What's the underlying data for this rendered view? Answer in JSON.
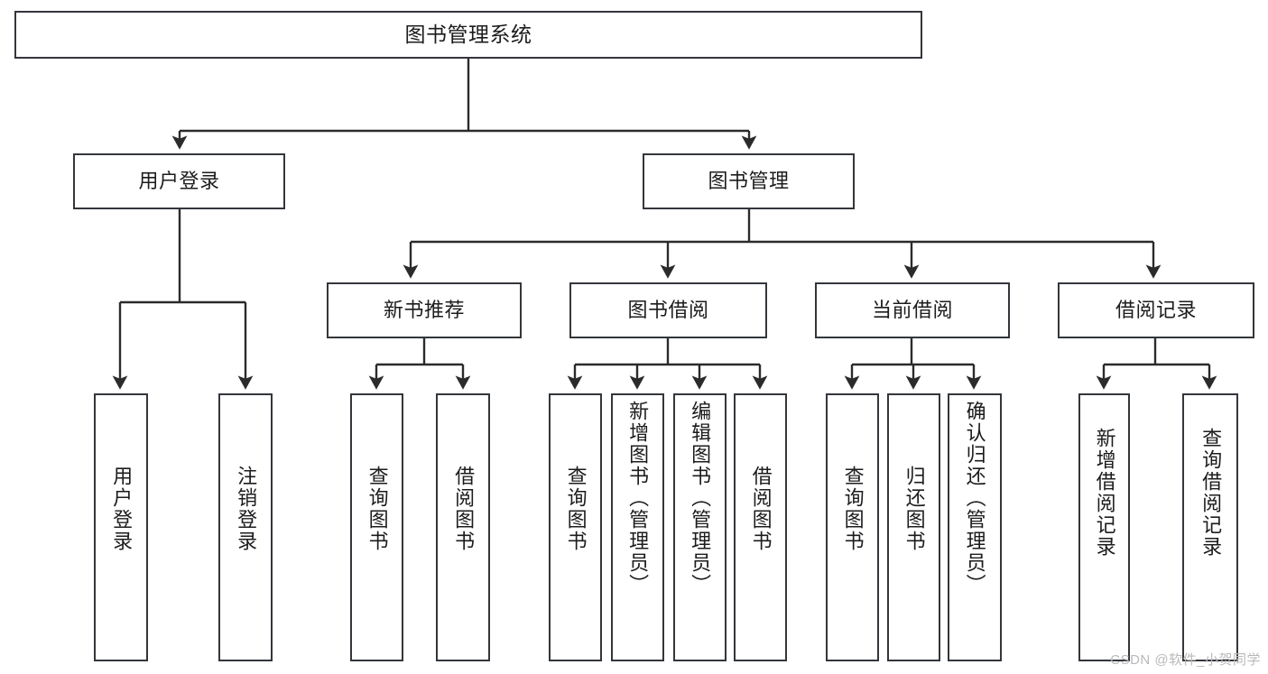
{
  "diagram": {
    "type": "tree",
    "title": "图书管理系统",
    "watermark": "CSDN @软件_小贺同学",
    "colors": {
      "box_border": "#33363b",
      "box_fill": "#ffffff",
      "connector": "#2b2b2b",
      "text": "#1c1c1c",
      "watermark": "#b9b9b9"
    },
    "root": {
      "label": "图书管理系统"
    },
    "level2": [
      {
        "id": "user-login",
        "label": "用户登录"
      },
      {
        "id": "book-management",
        "label": "图书管理"
      }
    ],
    "level3": [
      {
        "id": "new-book-recommend",
        "label": "新书推荐",
        "parent": "book-management"
      },
      {
        "id": "book-borrow",
        "label": "图书借阅",
        "parent": "book-management"
      },
      {
        "id": "current-borrow",
        "label": "当前借阅",
        "parent": "book-management"
      },
      {
        "id": "borrow-record",
        "label": "借阅记录",
        "parent": "book-management"
      }
    ],
    "leaves": [
      {
        "id": "leaf-user-login",
        "label": "用户登录",
        "parent": "user-login"
      },
      {
        "id": "leaf-logout",
        "label": "注销登录",
        "parent": "user-login"
      },
      {
        "id": "leaf-query-book-1",
        "label": "查询图书",
        "parent": "new-book-recommend"
      },
      {
        "id": "leaf-borrow-book-1",
        "label": "借阅图书",
        "parent": "new-book-recommend"
      },
      {
        "id": "leaf-query-book-2",
        "label": "查询图书",
        "parent": "book-borrow"
      },
      {
        "id": "leaf-add-book",
        "label": "新增图书（管理员）",
        "parent": "book-borrow"
      },
      {
        "id": "leaf-edit-book",
        "label": "编辑图书（管理员）",
        "parent": "book-borrow"
      },
      {
        "id": "leaf-borrow-book-2",
        "label": "借阅图书",
        "parent": "book-borrow"
      },
      {
        "id": "leaf-query-book-3",
        "label": "查询图书",
        "parent": "current-borrow"
      },
      {
        "id": "leaf-return-book",
        "label": "归还图书",
        "parent": "current-borrow"
      },
      {
        "id": "leaf-confirm-return",
        "label": "确认归还（管理员）",
        "parent": "current-borrow"
      },
      {
        "id": "leaf-add-record",
        "label": "新增借阅记录",
        "parent": "borrow-record"
      },
      {
        "id": "leaf-query-record",
        "label": "查询借阅记录",
        "parent": "borrow-record"
      }
    ]
  }
}
